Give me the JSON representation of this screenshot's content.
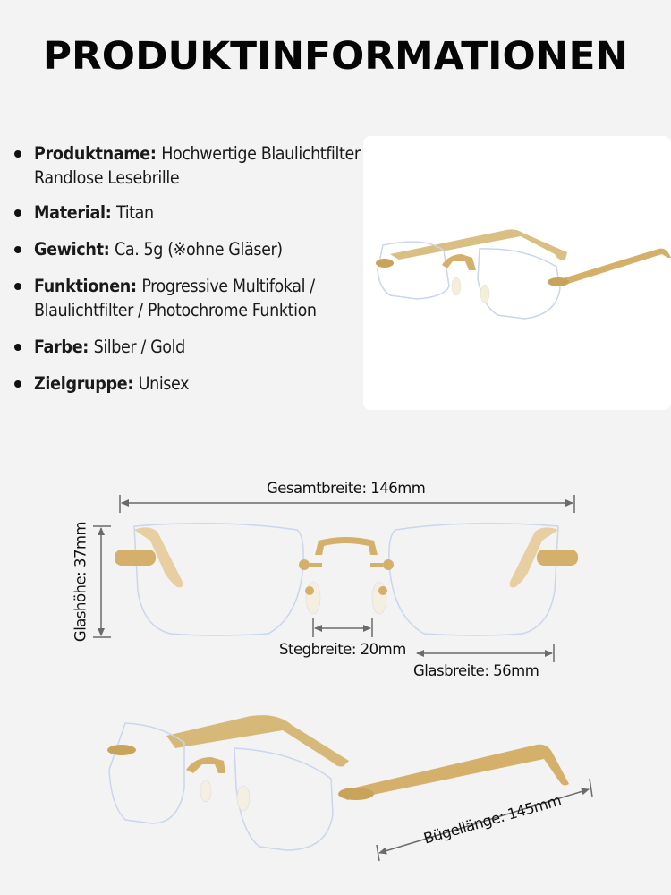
{
  "title": "PRODUKTINFORMATIONEN",
  "specs": [
    {
      "key": "Produktname:",
      "value": "Hochwertige Blaulichtfilter Randlose Lesebrille"
    },
    {
      "key": "Material:",
      "value": "Titan"
    },
    {
      "key": "Gewicht:",
      "value": "Ca. 5g (※ohne Gläser)"
    },
    {
      "key": "Funktionen:",
      "value": "Progressive Multifokal / Blaulichtfilter / Photochrome Funktion"
    },
    {
      "key": "Farbe:",
      "value": "Silber / Gold"
    },
    {
      "key": "Zielgruppe:",
      "value": "Unisex"
    }
  ],
  "product_image": {
    "description": "rimless gold glasses, angled view",
    "frame_color": "#d4b06a",
    "lens_edge_color": "#c9d6ec"
  },
  "dimensions": {
    "total_width": "Gesamtbreite: 146mm",
    "lens_height": "Glashöhe: 37mm",
    "bridge_width": "Stegbreite: 20mm",
    "lens_width": "Glasbreite: 56mm",
    "temple_length": "Bügellänge: 145mm"
  },
  "colors": {
    "background": "#f3f3f3",
    "arrow": "#6b6b6b",
    "gold": "#d4b06a"
  }
}
